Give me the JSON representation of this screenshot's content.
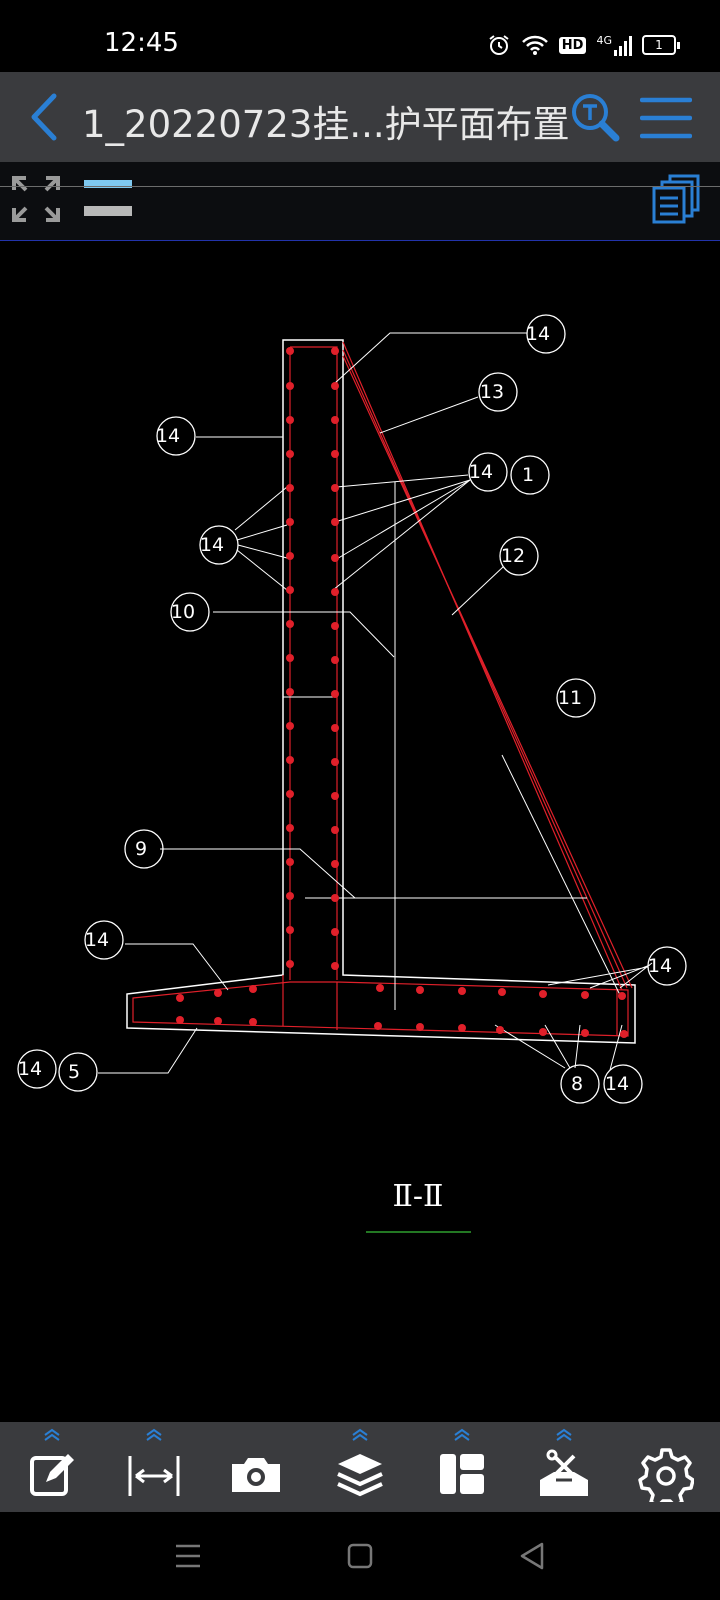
{
  "status": {
    "time": "12:45",
    "hd_badge": "HD",
    "network": "4G",
    "battery": "1"
  },
  "header": {
    "title": "1_20220723挂...护平面布置"
  },
  "drawing": {
    "section_title": "Ⅱ-Ⅱ",
    "labels": {
      "l1": "14",
      "l2": "13",
      "l3": "14",
      "l4": "14",
      "l5": "1",
      "l6": "14",
      "l7": "12",
      "l8": "10",
      "l9": "11",
      "l10": "9",
      "l11": "14",
      "l12": "14",
      "l13": "14",
      "l14": "5",
      "l15": "8",
      "l16": "14"
    }
  },
  "colors": {
    "accent": "#2a7fd4",
    "titlebar": "#3a3b3e",
    "rebar": "#e0202a",
    "concrete_outline": "#ffffff",
    "section_underline": "#2fa02f"
  },
  "bottom_tools": [
    {
      "name": "edit",
      "icon": "edit-icon",
      "expandable": true
    },
    {
      "name": "measure",
      "icon": "measure-icon",
      "expandable": true
    },
    {
      "name": "screenshot",
      "icon": "camera-icon",
      "expandable": false
    },
    {
      "name": "layers",
      "icon": "layers-icon",
      "expandable": true
    },
    {
      "name": "layout",
      "icon": "layout-icon",
      "expandable": true
    },
    {
      "name": "tools",
      "icon": "tools-icon",
      "expandable": true
    },
    {
      "name": "settings",
      "icon": "gear-icon",
      "expandable": false
    }
  ]
}
